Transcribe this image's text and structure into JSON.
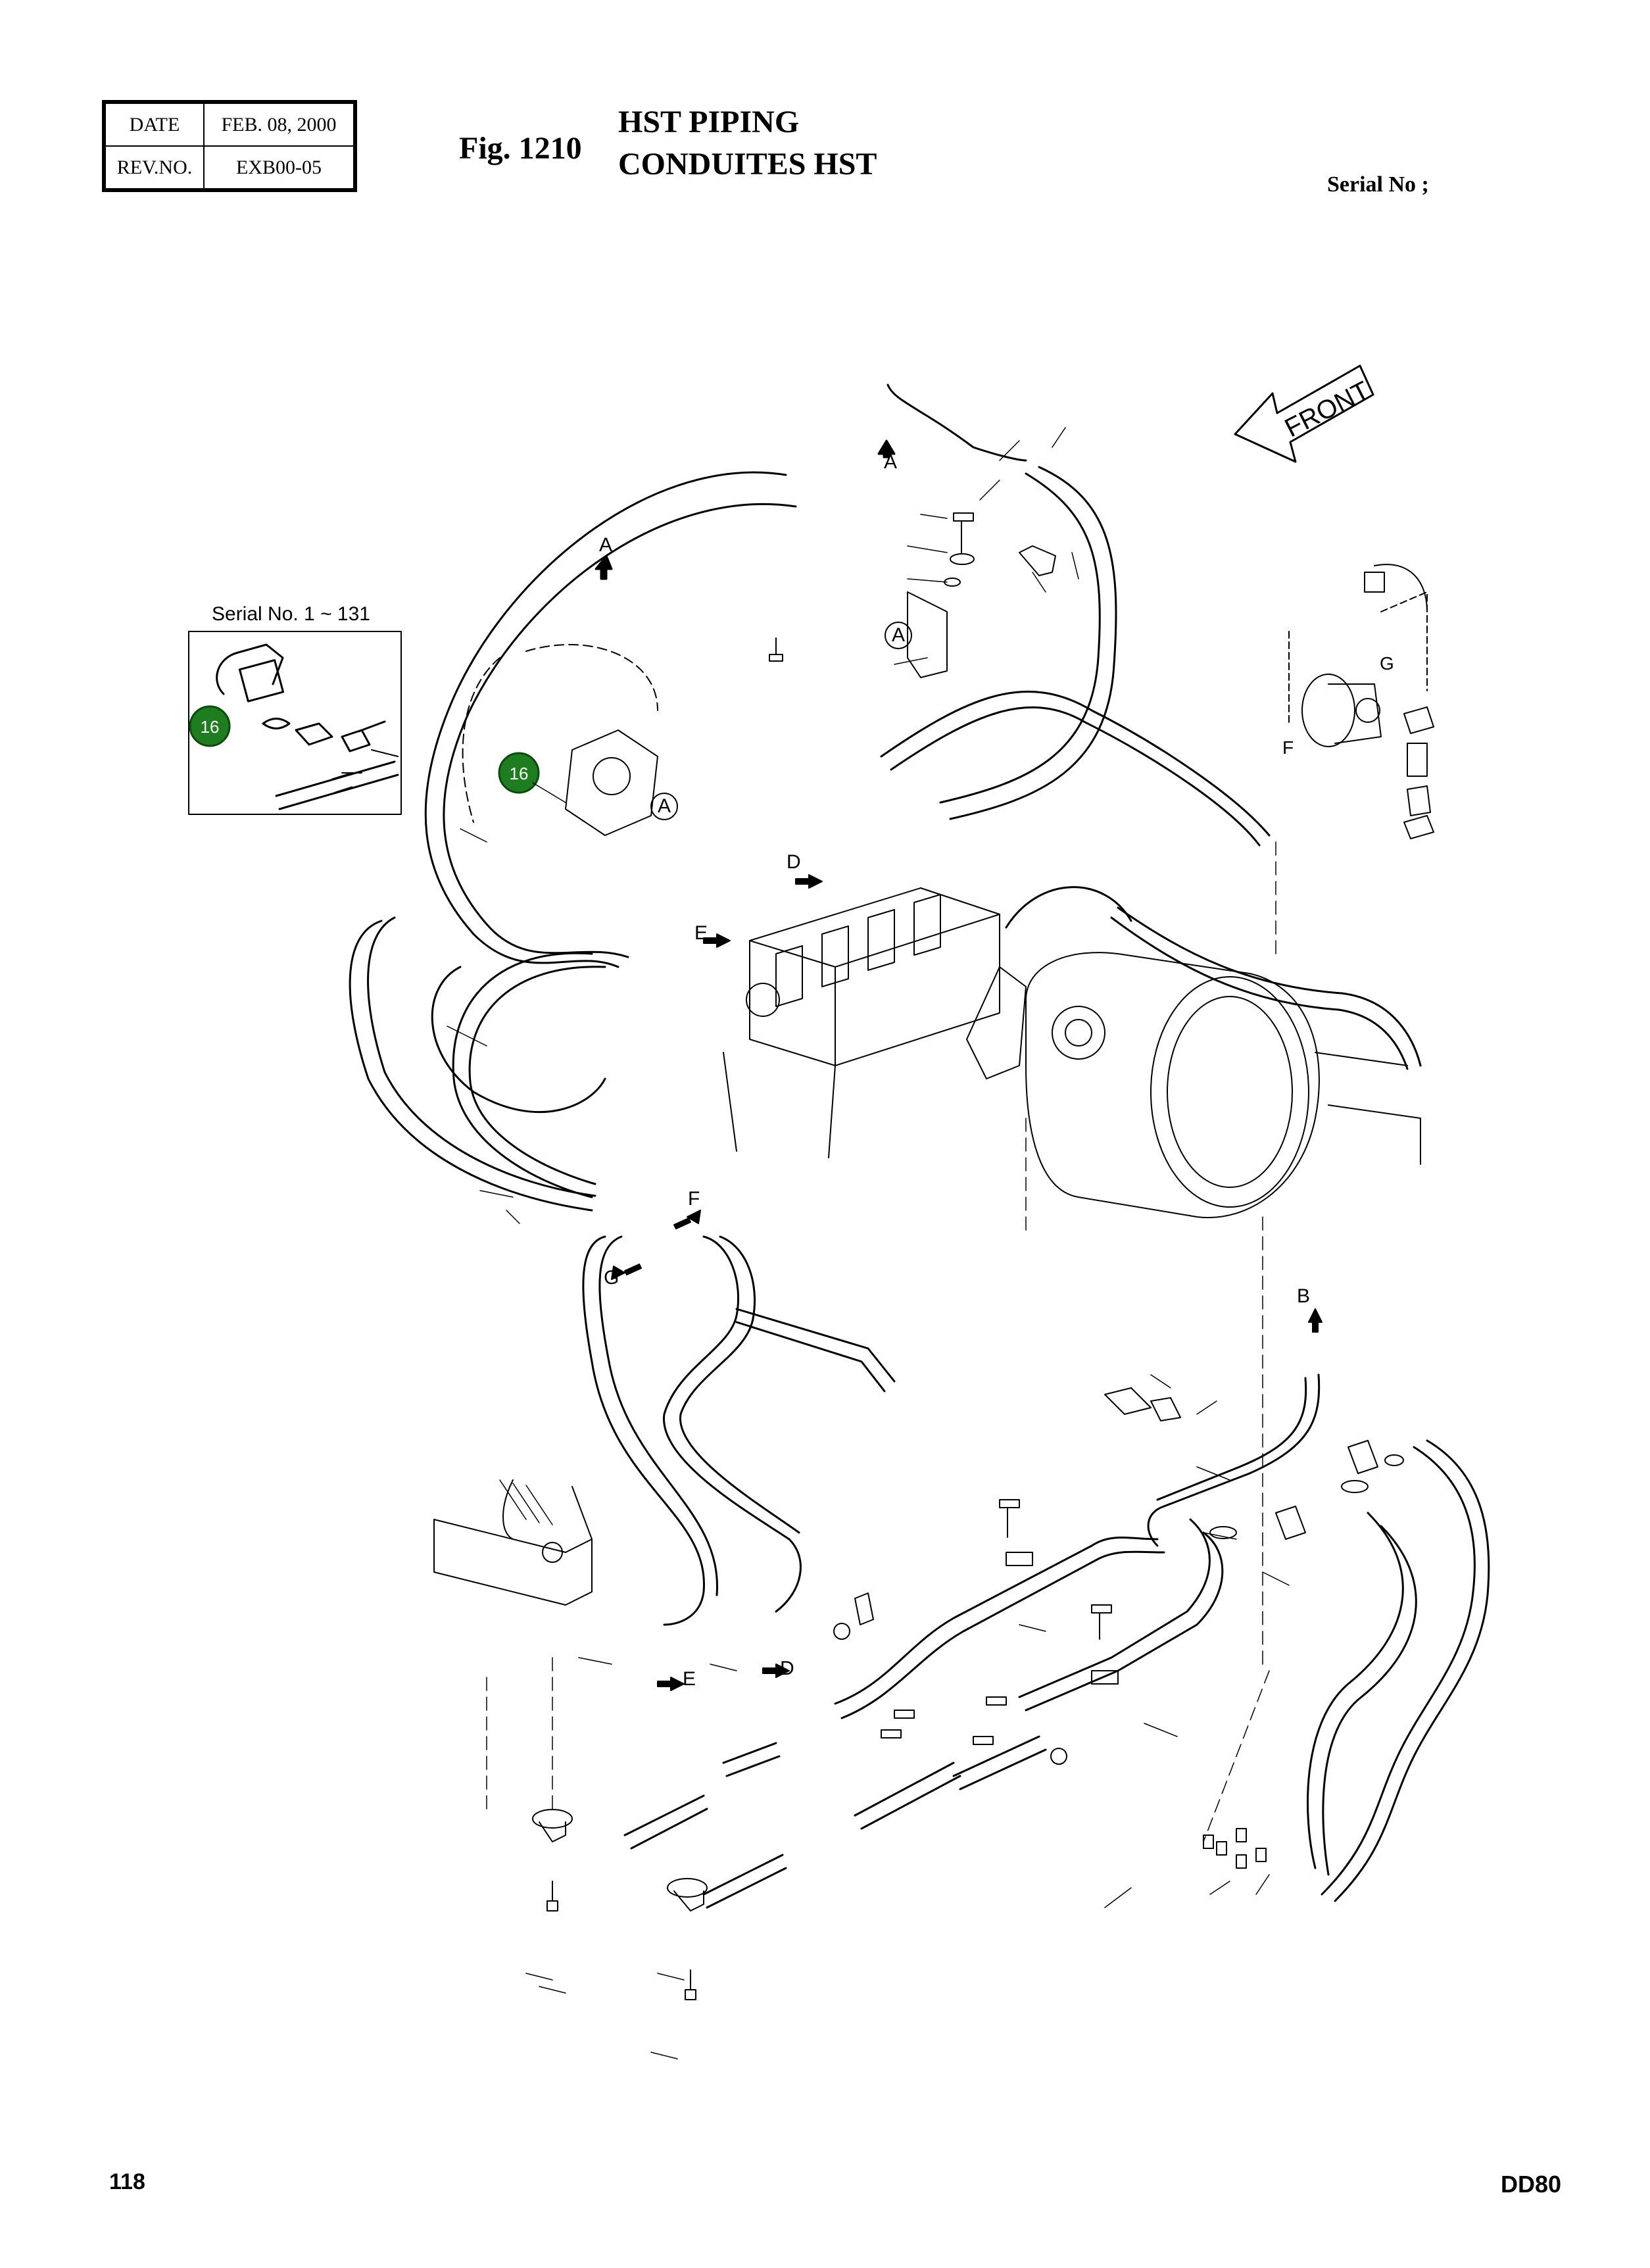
{
  "header": {
    "date_label": "DATE",
    "date_value": "FEB. 08, 2000",
    "rev_label": "REV.NO.",
    "rev_value": "EXB00-05"
  },
  "figure": {
    "number": "Fig. 1210",
    "title_en": "HST PIPING",
    "title_fr": "CONDUITES HST",
    "serial": "Serial No ;"
  },
  "diagram": {
    "front_label": "FRONT",
    "inset_caption": "Serial No. 1 ~ 131",
    "callout_badge": "16",
    "badge_color": "#1e7d1e",
    "connection_labels": [
      "A",
      "B",
      "D",
      "E",
      "F",
      "G"
    ]
  },
  "footer": {
    "page_number": "118",
    "model": "DD80"
  }
}
